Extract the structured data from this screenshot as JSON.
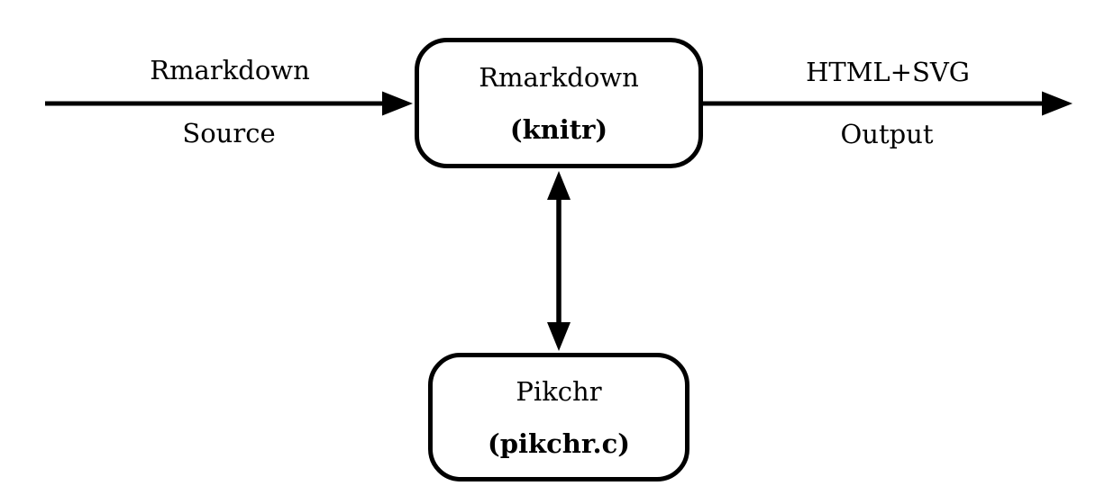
{
  "colors": {
    "stroke": "#000000",
    "background": "#ffffff"
  },
  "nodes": {
    "knitr": {
      "title": "Rmarkdown",
      "subtitle": "(knitr)"
    },
    "pikchr": {
      "title": "Pikchr",
      "subtitle": "(pikchr.c)"
    }
  },
  "edges": {
    "input": {
      "label_above": "Rmarkdown",
      "label_below": "Source",
      "direction": "right"
    },
    "output": {
      "label_above": "HTML+SVG",
      "label_below": "Output",
      "direction": "right"
    },
    "pikchr_link": {
      "direction": "both"
    }
  }
}
